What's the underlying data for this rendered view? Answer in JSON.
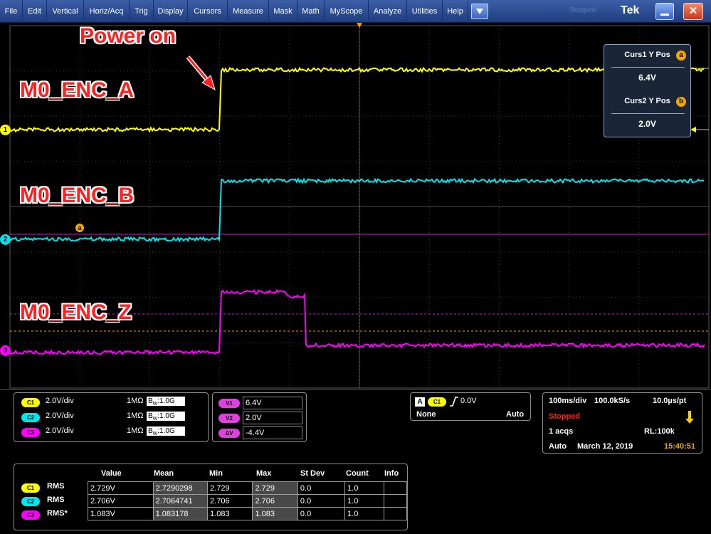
{
  "menu": {
    "items": [
      "File",
      "Edit",
      "Vertical",
      "Horiz/Acq",
      "Trig",
      "Display",
      "Cursors",
      "Measure",
      "Mask",
      "Math",
      "MyScope",
      "Analyze",
      "Utilities",
      "Help"
    ],
    "brand": "Tek",
    "brand_faint": "Stopped"
  },
  "annotations": {
    "power_on": "Power on",
    "labels": [
      "M0_ENC_A",
      "M0_ENC_B",
      "M0_ENC_Z"
    ]
  },
  "channel_markers": [
    "1",
    "2",
    "3"
  ],
  "cursor_marker": "a",
  "colors": {
    "ch1": "#ffff00",
    "ch2": "#00e5ee",
    "ch3": "#ff00ff",
    "cursor": "#ff9900",
    "annotation": "#ff2020"
  },
  "cursor_readout": {
    "curs1_label": "Curs1 Y Pos",
    "curs1_badge": "a",
    "curs1_value": "6.4V",
    "curs2_label": "Curs2 Y Pos",
    "curs2_badge": "b",
    "curs2_value": "2.0V"
  },
  "channels": [
    {
      "badge": "C1",
      "scale": "2.0V/div",
      "impedance": "1MΩ",
      "bw_prefix": "B",
      "bw_sub": "W",
      "bandwidth": ":1.0G",
      "color": "#ffff00"
    },
    {
      "badge": "C2",
      "scale": "2.0V/div",
      "impedance": "1MΩ",
      "bw_prefix": "B",
      "bw_sub": "W",
      "bandwidth": ":1.0G",
      "color": "#00e5ee"
    },
    {
      "badge": "C3",
      "scale": "2.0V/div",
      "impedance": "1MΩ",
      "bw_prefix": "B",
      "bw_sub": "W",
      "bandwidth": ":1.0G",
      "color": "#ff00ff"
    }
  ],
  "cursors_box": [
    {
      "badge": "V1",
      "value": "6.4V"
    },
    {
      "badge": "V2",
      "value": "2.0V"
    },
    {
      "badge": "ΔV",
      "value": "-4.4V"
    }
  ],
  "trigger": {
    "mode_badge": "A",
    "source_badge": "C1",
    "level": "0.0V",
    "coupling": "None",
    "mode": "Auto"
  },
  "acquisition": {
    "timebase": "100ms/div",
    "sample_rate": "100.0kS/s",
    "resolution": "10.0µs/pt",
    "state": "Stopped",
    "acqs": "1 acqs",
    "record_length": "RL:100k",
    "mode": "Auto",
    "date": "March 12, 2019",
    "time": "15:40:51"
  },
  "measurements": {
    "headers": [
      "Value",
      "Mean",
      "Min",
      "Max",
      "St Dev",
      "Count",
      "Info"
    ],
    "rows": [
      {
        "badge": "C1",
        "type": "RMS",
        "cells": [
          "2.729V",
          "2.7290298",
          "2.729",
          "2.729",
          "0.0",
          "1.0",
          ""
        ]
      },
      {
        "badge": "C2",
        "type": "RMS",
        "cells": [
          "2.706V",
          "2.7064741",
          "2.706",
          "2.706",
          "0.0",
          "1.0",
          ""
        ]
      },
      {
        "badge": "C3",
        "type": "RMS*",
        "cells": [
          "1.083V",
          "1.083178",
          "1.083",
          "1.083",
          "0.0",
          "1.0",
          ""
        ]
      }
    ]
  }
}
